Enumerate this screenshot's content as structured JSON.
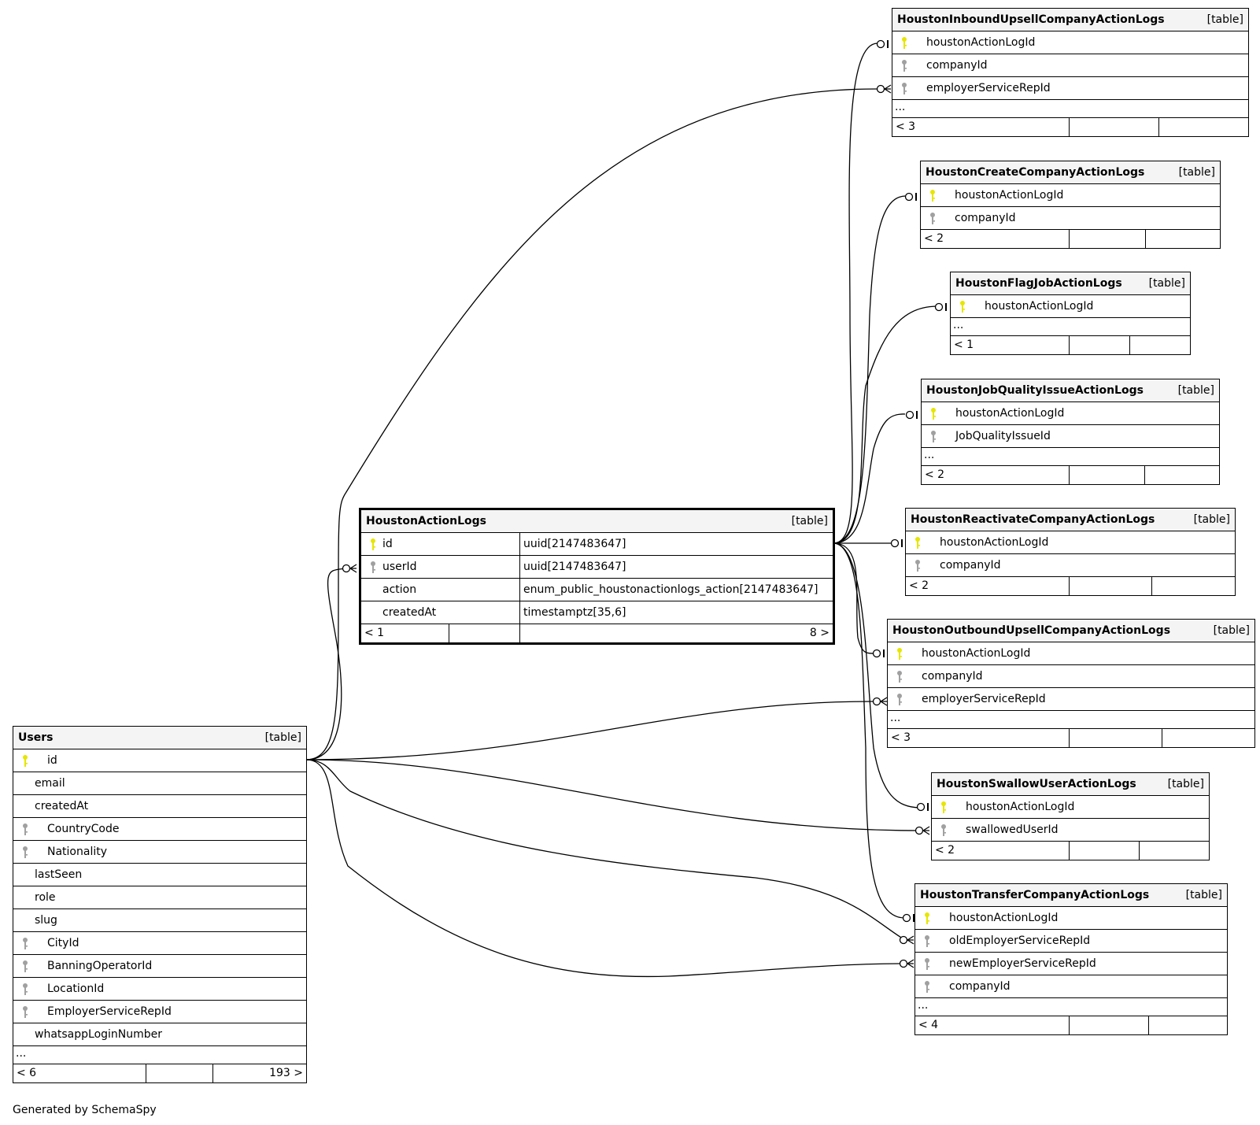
{
  "footer": "Generated by SchemaSpy",
  "tables": {
    "users": {
      "name": "Users",
      "tag": "[table]",
      "columns": [
        {
          "name": "id",
          "key": "primary"
        },
        {
          "name": "email",
          "key": ""
        },
        {
          "name": "createdAt",
          "key": ""
        },
        {
          "name": "CountryCode",
          "key": "foreign"
        },
        {
          "name": "Nationality",
          "key": "foreign"
        },
        {
          "name": "lastSeen",
          "key": ""
        },
        {
          "name": "role",
          "key": ""
        },
        {
          "name": "slug",
          "key": ""
        },
        {
          "name": "CityId",
          "key": "foreign"
        },
        {
          "name": "BanningOperatorId",
          "key": "foreign"
        },
        {
          "name": "LocationId",
          "key": "foreign"
        },
        {
          "name": "EmployerServiceRepId",
          "key": "foreign"
        },
        {
          "name": "whatsappLoginNumber",
          "key": ""
        }
      ],
      "more": "...",
      "footer_left": "< 6",
      "footer_right": "193 >"
    },
    "houston_action_logs": {
      "name": "HoustonActionLogs",
      "tag": "[table]",
      "columns": [
        {
          "name": "id",
          "key": "primary",
          "type": "uuid[2147483647]"
        },
        {
          "name": "userId",
          "key": "foreign",
          "type": "uuid[2147483647]"
        },
        {
          "name": "action",
          "key": "",
          "type": "enum_public_houstonactionlogs_action[2147483647]"
        },
        {
          "name": "createdAt",
          "key": "",
          "type": "timestamptz[35,6]"
        }
      ],
      "footer_left": "< 1",
      "footer_right": "8 >"
    },
    "inbound_upsell": {
      "name": "HoustonInboundUpsellCompanyActionLogs",
      "tag": "[table]",
      "columns": [
        {
          "name": "houstonActionLogId",
          "key": "primary"
        },
        {
          "name": "companyId",
          "key": "foreign"
        },
        {
          "name": "employerServiceRepId",
          "key": "foreign"
        }
      ],
      "more": "...",
      "footer_left": "< 3",
      "footer_right": ""
    },
    "create_company": {
      "name": "HoustonCreateCompanyActionLogs",
      "tag": "[table]",
      "columns": [
        {
          "name": "houstonActionLogId",
          "key": "primary"
        },
        {
          "name": "companyId",
          "key": "foreign"
        }
      ],
      "footer_left": "< 2",
      "footer_right": ""
    },
    "flag_job": {
      "name": "HoustonFlagJobActionLogs",
      "tag": "[table]",
      "columns": [
        {
          "name": "houstonActionLogId",
          "key": "primary"
        }
      ],
      "more": "...",
      "footer_left": "< 1",
      "footer_right": ""
    },
    "job_quality": {
      "name": "HoustonJobQualityIssueActionLogs",
      "tag": "[table]",
      "columns": [
        {
          "name": "houstonActionLogId",
          "key": "primary"
        },
        {
          "name": "JobQualityIssueId",
          "key": "foreign"
        }
      ],
      "more": "...",
      "footer_left": "< 2",
      "footer_right": ""
    },
    "reactivate_company": {
      "name": "HoustonReactivateCompanyActionLogs",
      "tag": "[table]",
      "columns": [
        {
          "name": "houstonActionLogId",
          "key": "primary"
        },
        {
          "name": "companyId",
          "key": "foreign"
        }
      ],
      "footer_left": "< 2",
      "footer_right": ""
    },
    "outbound_upsell": {
      "name": "HoustonOutboundUpsellCompanyActionLogs",
      "tag": "[table]",
      "columns": [
        {
          "name": "houstonActionLogId",
          "key": "primary"
        },
        {
          "name": "companyId",
          "key": "foreign"
        },
        {
          "name": "employerServiceRepId",
          "key": "foreign"
        }
      ],
      "more": "...",
      "footer_left": "< 3",
      "footer_right": ""
    },
    "swallow_user": {
      "name": "HoustonSwallowUserActionLogs",
      "tag": "[table]",
      "columns": [
        {
          "name": "houstonActionLogId",
          "key": "primary"
        },
        {
          "name": "swallowedUserId",
          "key": "foreign"
        }
      ],
      "footer_left": "< 2",
      "footer_right": ""
    },
    "transfer_company": {
      "name": "HoustonTransferCompanyActionLogs",
      "tag": "[table]",
      "columns": [
        {
          "name": "houstonActionLogId",
          "key": "primary"
        },
        {
          "name": "oldEmployerServiceRepId",
          "key": "foreign"
        },
        {
          "name": "newEmployerServiceRepId",
          "key": "foreign"
        },
        {
          "name": "companyId",
          "key": "foreign"
        }
      ],
      "more": "...",
      "footer_left": "< 4",
      "footer_right": ""
    }
  },
  "colors": {
    "primary_key": "#e6e600",
    "foreign_key": "#a0a0a0",
    "header_bg": "#f4f4f4"
  }
}
